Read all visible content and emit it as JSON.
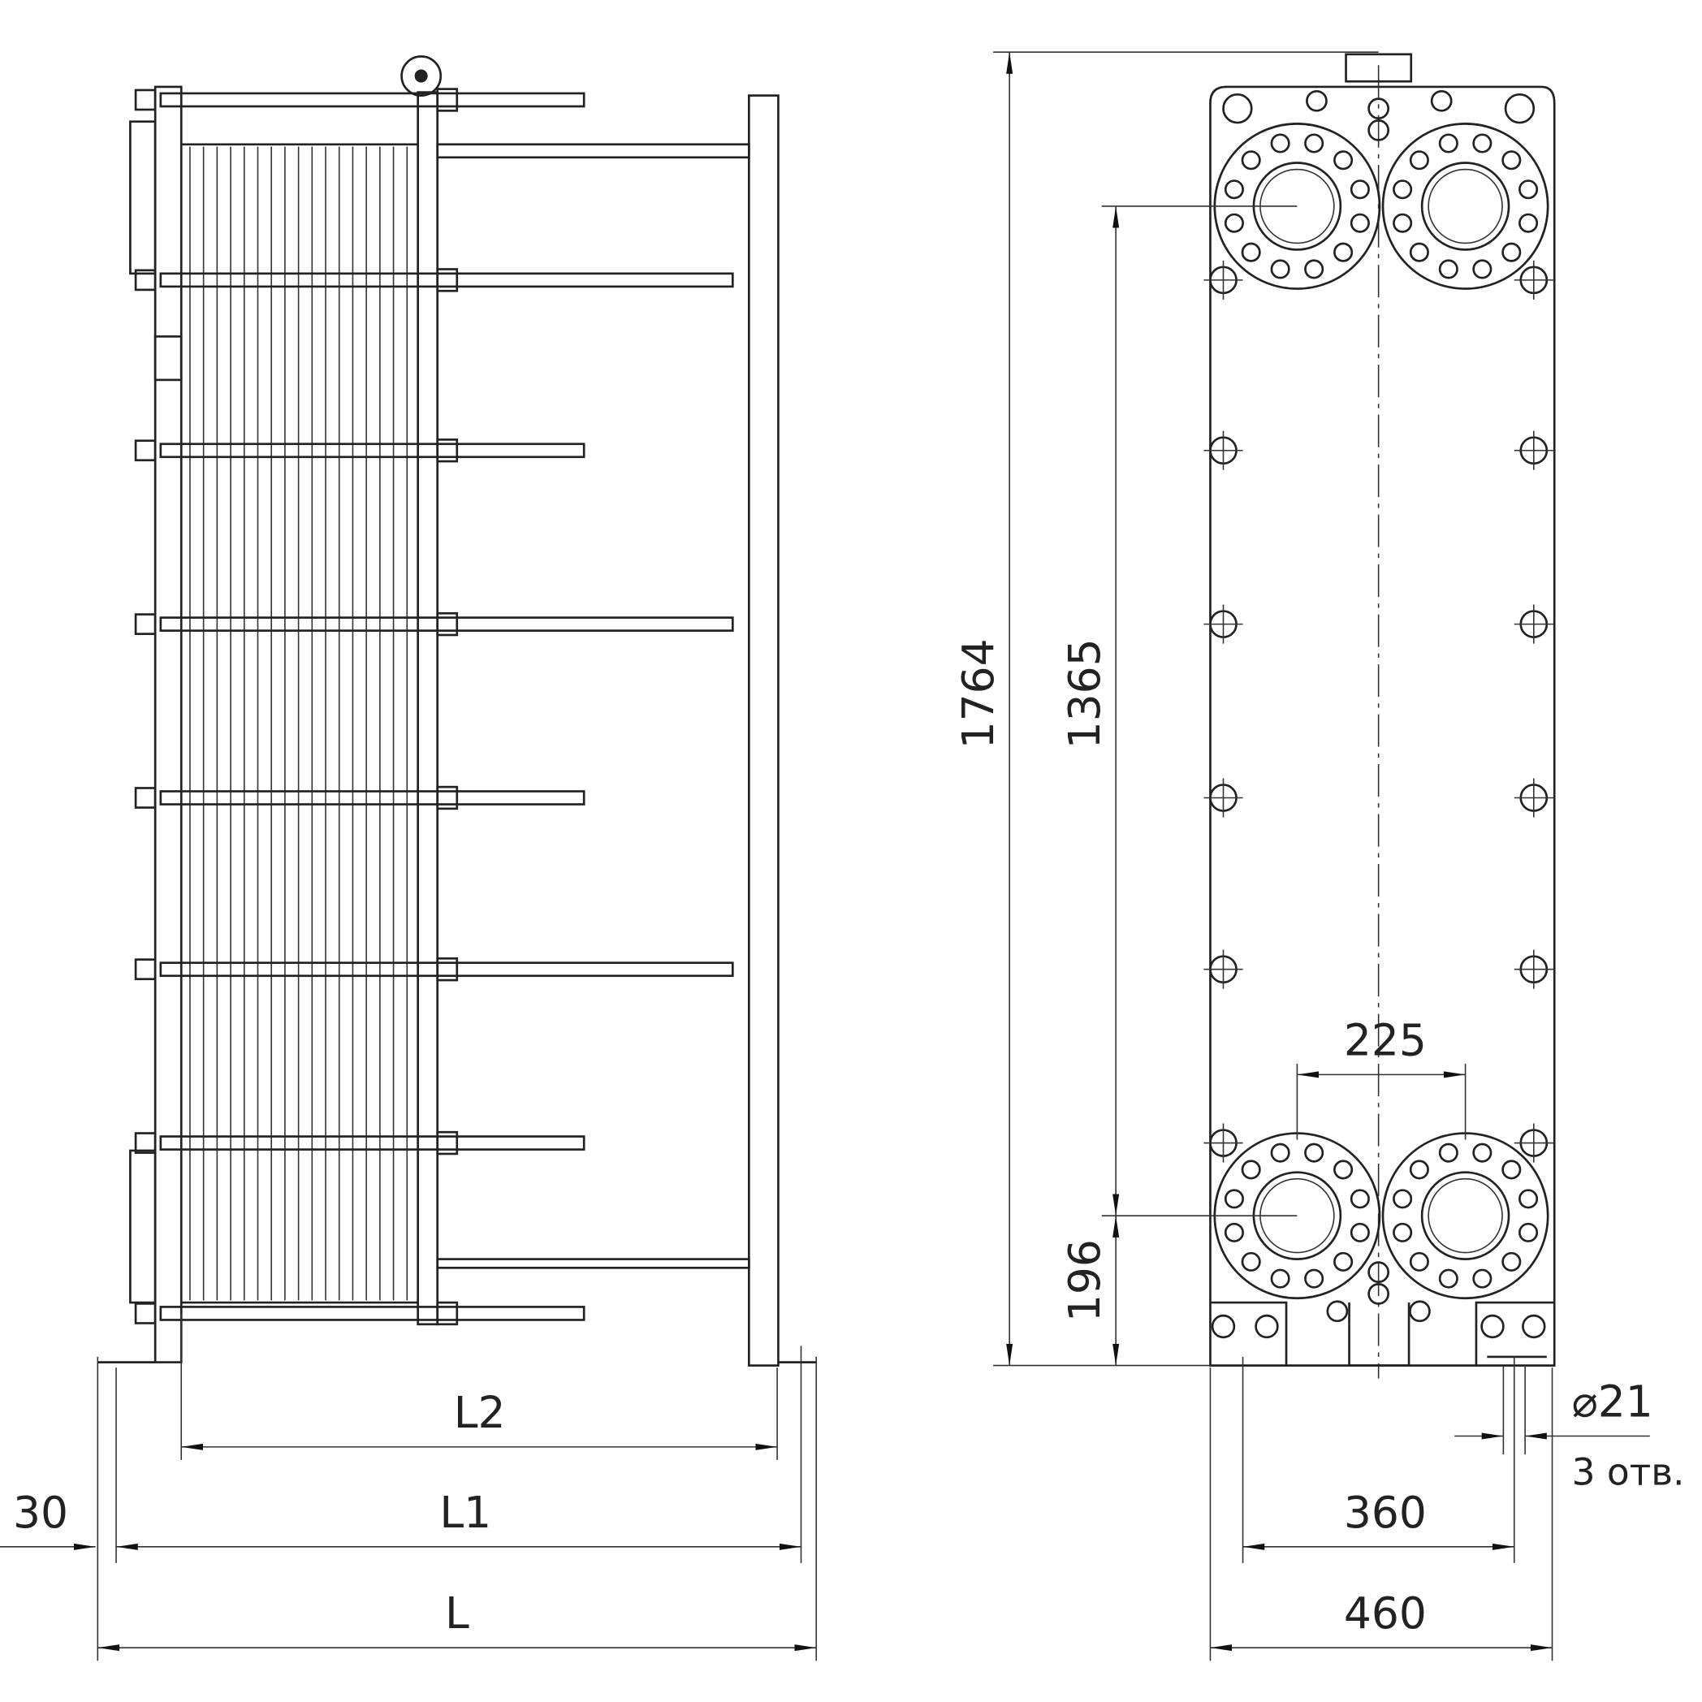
{
  "side_view": {
    "dim_L2": "L2",
    "dim_L1": "L1",
    "dim_L": "L",
    "dim_offset": "30"
  },
  "front_view": {
    "dim_total_height": "1764",
    "dim_port_spacing_vertical": "1365",
    "dim_port_to_bottom": "196",
    "dim_port_spacing_horizontal": "225",
    "dim_foot_holes": "360",
    "dim_width": "460",
    "dim_hole_diameter": "⌀21",
    "dim_hole_count": "3 отв."
  },
  "colors": {
    "line": "#222222",
    "background": "#ffffff"
  }
}
